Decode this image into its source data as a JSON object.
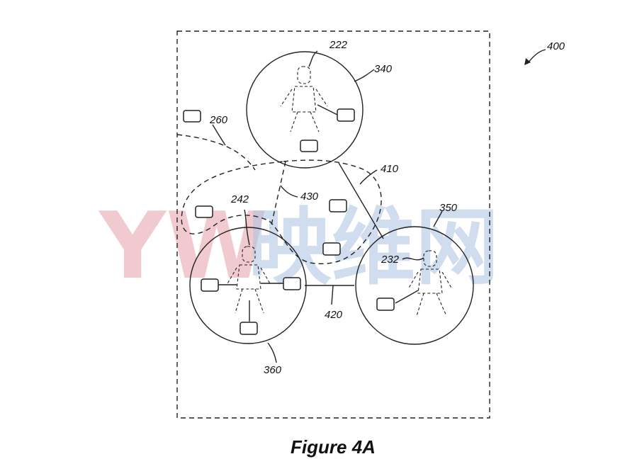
{
  "watermark": {
    "letters": "YW",
    "text": "映维网"
  },
  "labels": {
    "figure_ref": "400",
    "circle_top": "340",
    "circle_left": "360",
    "circle_right": "350",
    "person_top": "222",
    "person_left": "242",
    "person_right": "232",
    "region": "260",
    "link_top_right": "410",
    "link_left_right": "420",
    "link_top_left": "430"
  },
  "caption": "Figure 4A"
}
